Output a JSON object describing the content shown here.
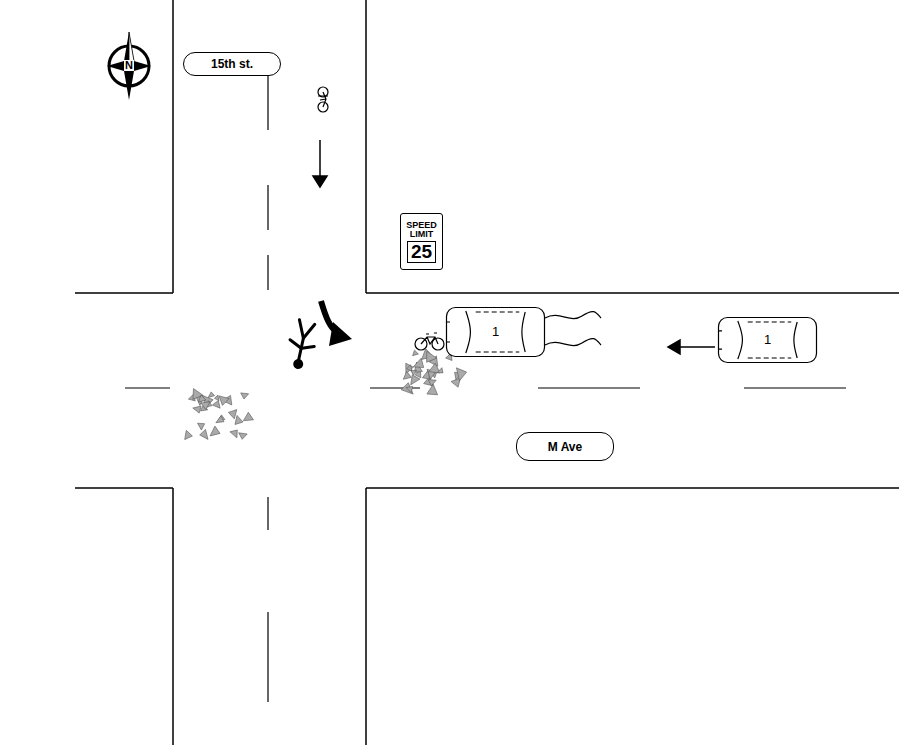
{
  "diagram": {
    "nodes": [
      {
        "text": [
          "15th st."
        ]
      },
      {
        "text": [
          "SPEED LIMIT",
          "25"
        ]
      },
      {
        "text": [
          "1"
        ]
      },
      {
        "text": [
          "1"
        ]
      },
      {
        "text": [
          "M Ave"
        ]
      }
    ],
    "labels": [
      "N"
    ]
  }
}
